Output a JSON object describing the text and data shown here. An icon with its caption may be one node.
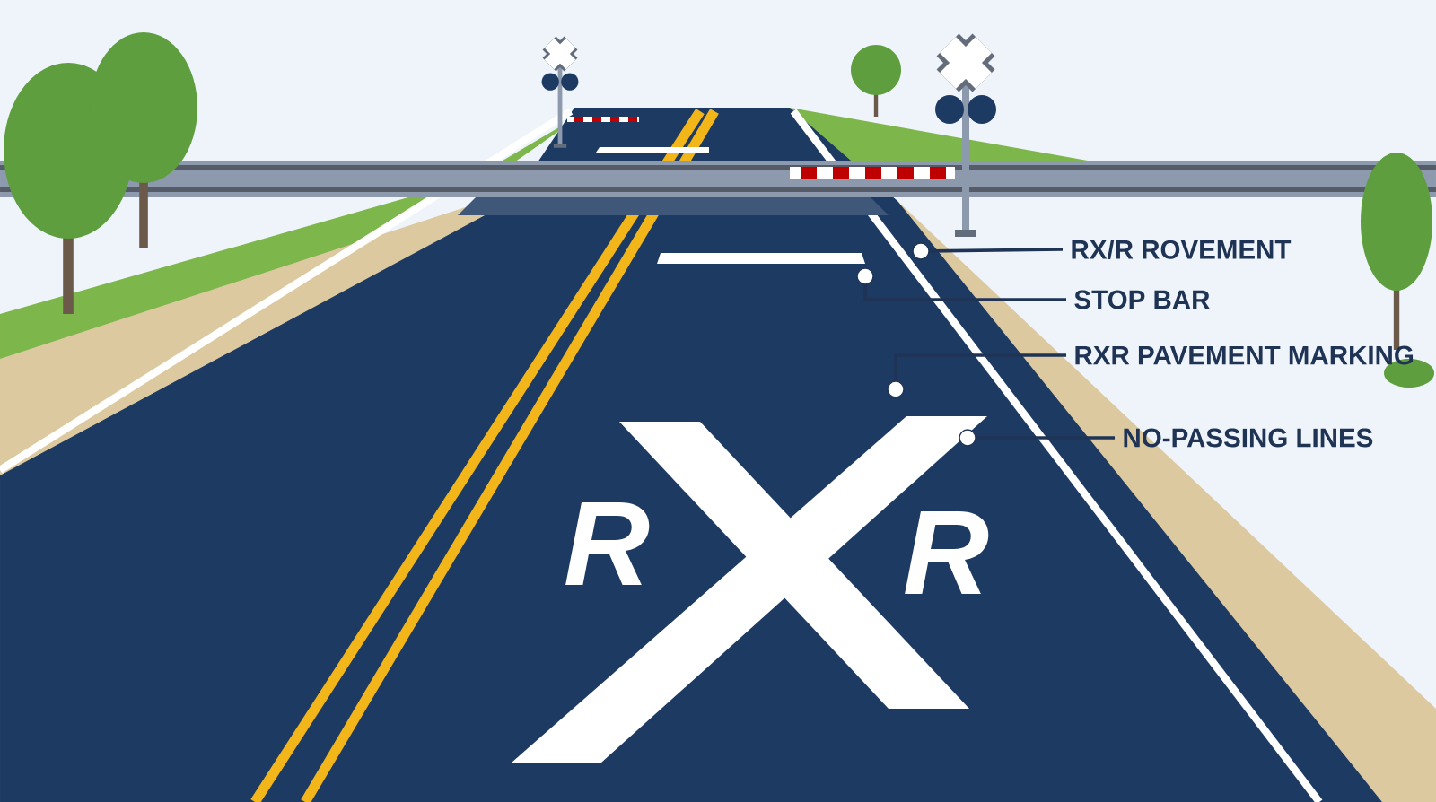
{
  "diagram": {
    "nodes": [
      {
        "text": [
          "RX/R ROVEMENT"
        ]
      },
      {
        "text": [
          "STOP BAR"
        ]
      },
      {
        "text": [
          "RXR PAVEMENT MARKING"
        ]
      },
      {
        "text": [
          "NO-PASSING LINES"
        ]
      },
      {
        "text": [],
        "shape": "circle"
      },
      {
        "text": [],
        "shape": "circle"
      },
      {
        "text": [],
        "shape": "circle"
      },
      {
        "text": [],
        "shape": "circle"
      }
    ],
    "edges": [
      {
        "from": 0,
        "to": 4,
        "arrow": "none"
      },
      {
        "from": 1,
        "to": 5,
        "arrow": "none"
      },
      {
        "from": 2,
        "to": 6,
        "arrow": "none"
      },
      {
        "from": 3,
        "to": 7,
        "arrow": "none"
      }
    ],
    "labels": [
      "R",
      "R"
    ]
  }
}
